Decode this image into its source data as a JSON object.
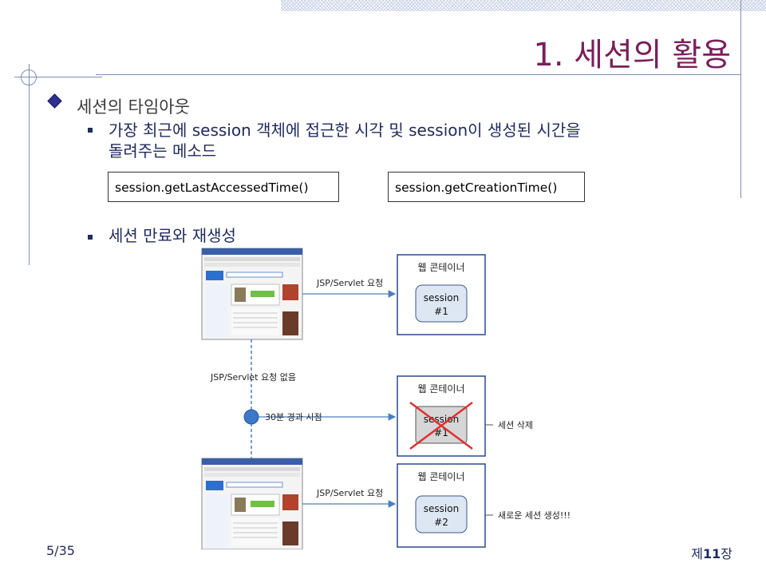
{
  "slide": {
    "title": "1. 세션의 활용",
    "bullet_1": "세션의 타임아웃",
    "sub_1_line1": "가장 최근에 session 객체에 접근한 시각 및 session이 생성된 시간을",
    "sub_1_line2": "돌려주는 메소드",
    "code_1": "session.getLastAccessedTime()",
    "code_2": "session.getCreationTime()",
    "sub_2": "세션 만료와 재생성",
    "page": "5/35",
    "chapter_prefix": "제",
    "chapter_num": "11",
    "chapter_suffix": "장"
  },
  "diagram": {
    "request_1": "JSP/Servlet 요청",
    "request_2": "JSP/Servlet 요청",
    "no_request": "JSP/Servlet 요청 없음",
    "timepoint": "30분 경과 시점",
    "container_1": "웹 콘테이너",
    "container_2": "웹 콘테이너",
    "container_3": "웹 콘테이너",
    "session_1a": "session",
    "session_1b": "#1",
    "session_2a": "session",
    "session_2b": "#1",
    "session_3a": "session",
    "session_3b": "#2",
    "delete_note": "세션 삭제",
    "recreate_note": "새로운 세션 생성!!!"
  },
  "colors": {
    "title": "#7a1f5a",
    "text": "#1f2a5c",
    "accent_line": "#7d8db7",
    "arrow": "#4a7fc0",
    "cross": "#e03030"
  }
}
